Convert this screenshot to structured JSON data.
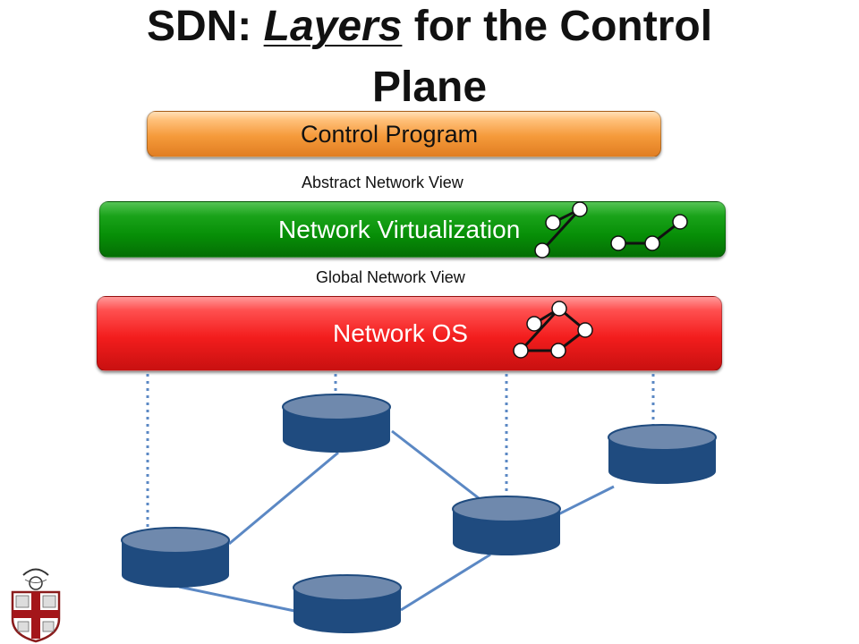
{
  "title": {
    "line1_prefix": "SDN: ",
    "line1_emphasis": "Layers",
    "line1_suffix": " for the Control",
    "line2": "Plane"
  },
  "layers": {
    "control_program": "Control Program",
    "abstract_view_label": "Abstract Network View",
    "network_virtualization": "Network Virtualization",
    "global_view_label": "Global Network View",
    "network_os": "Network OS"
  },
  "colors": {
    "control_program": "#f59a3a",
    "network_virtualization": "#078f07",
    "network_os": "#f31d1d",
    "switch_fill": "#1f4b7f",
    "switch_top": "#6f89ad",
    "link_line": "#5b88c4",
    "dotted_line": "#5b88c4"
  },
  "logo": {
    "name": "shield-crest-logo"
  }
}
